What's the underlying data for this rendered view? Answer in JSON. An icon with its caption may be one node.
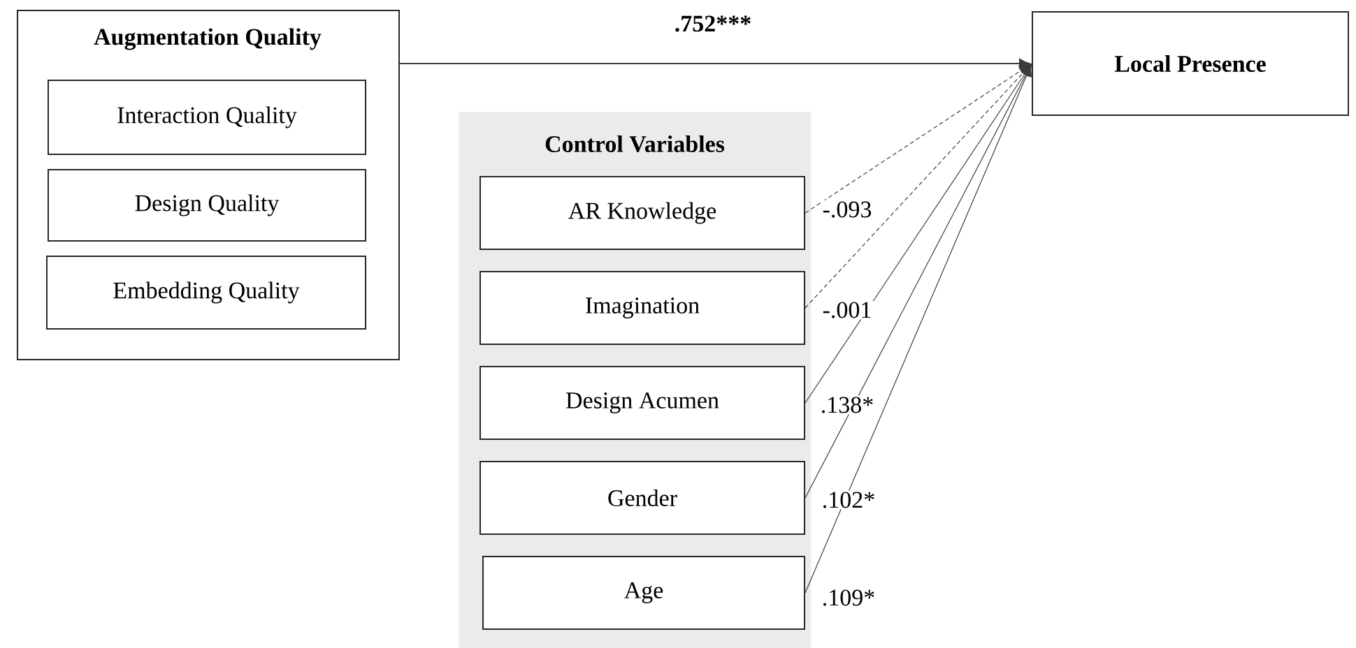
{
  "diagram": {
    "nodes": [
      {
        "text": [
          "Augmentation Quality"
        ]
      },
      {
        "text": [
          "Interaction Quality"
        ],
        "in": 0
      },
      {
        "text": [
          "Design Quality"
        ],
        "in": 0
      },
      {
        "text": [
          "Embedding Quality"
        ],
        "in": 0
      },
      {
        "text": [
          "Local Presence"
        ]
      },
      {
        "text": [
          "Control Variables"
        ]
      },
      {
        "text": [
          "AR Knowledge"
        ],
        "in": 5
      },
      {
        "text": [
          "Imagination"
        ],
        "in": 5
      },
      {
        "text": [
          "Design Acumen"
        ],
        "in": 5
      },
      {
        "text": [
          "Gender"
        ],
        "in": 5
      },
      {
        "text": [
          "Age"
        ],
        "in": 5
      }
    ],
    "edges": [
      {
        "from": 0,
        "to": 4,
        "arrow": "to",
        "label": ".752***"
      },
      {
        "from": 6,
        "to": 4,
        "arrow": "to",
        "label": "-.093",
        "style": "dashed"
      },
      {
        "from": 7,
        "to": 4,
        "arrow": "to",
        "label": "-.001",
        "style": "dashed"
      },
      {
        "from": 8,
        "to": 4,
        "arrow": "to",
        "label": ".138*"
      },
      {
        "from": 9,
        "to": 4,
        "arrow": "to",
        "label": ".102*"
      },
      {
        "from": 10,
        "to": 4,
        "arrow": "to",
        "label": ".109*"
      }
    ]
  }
}
